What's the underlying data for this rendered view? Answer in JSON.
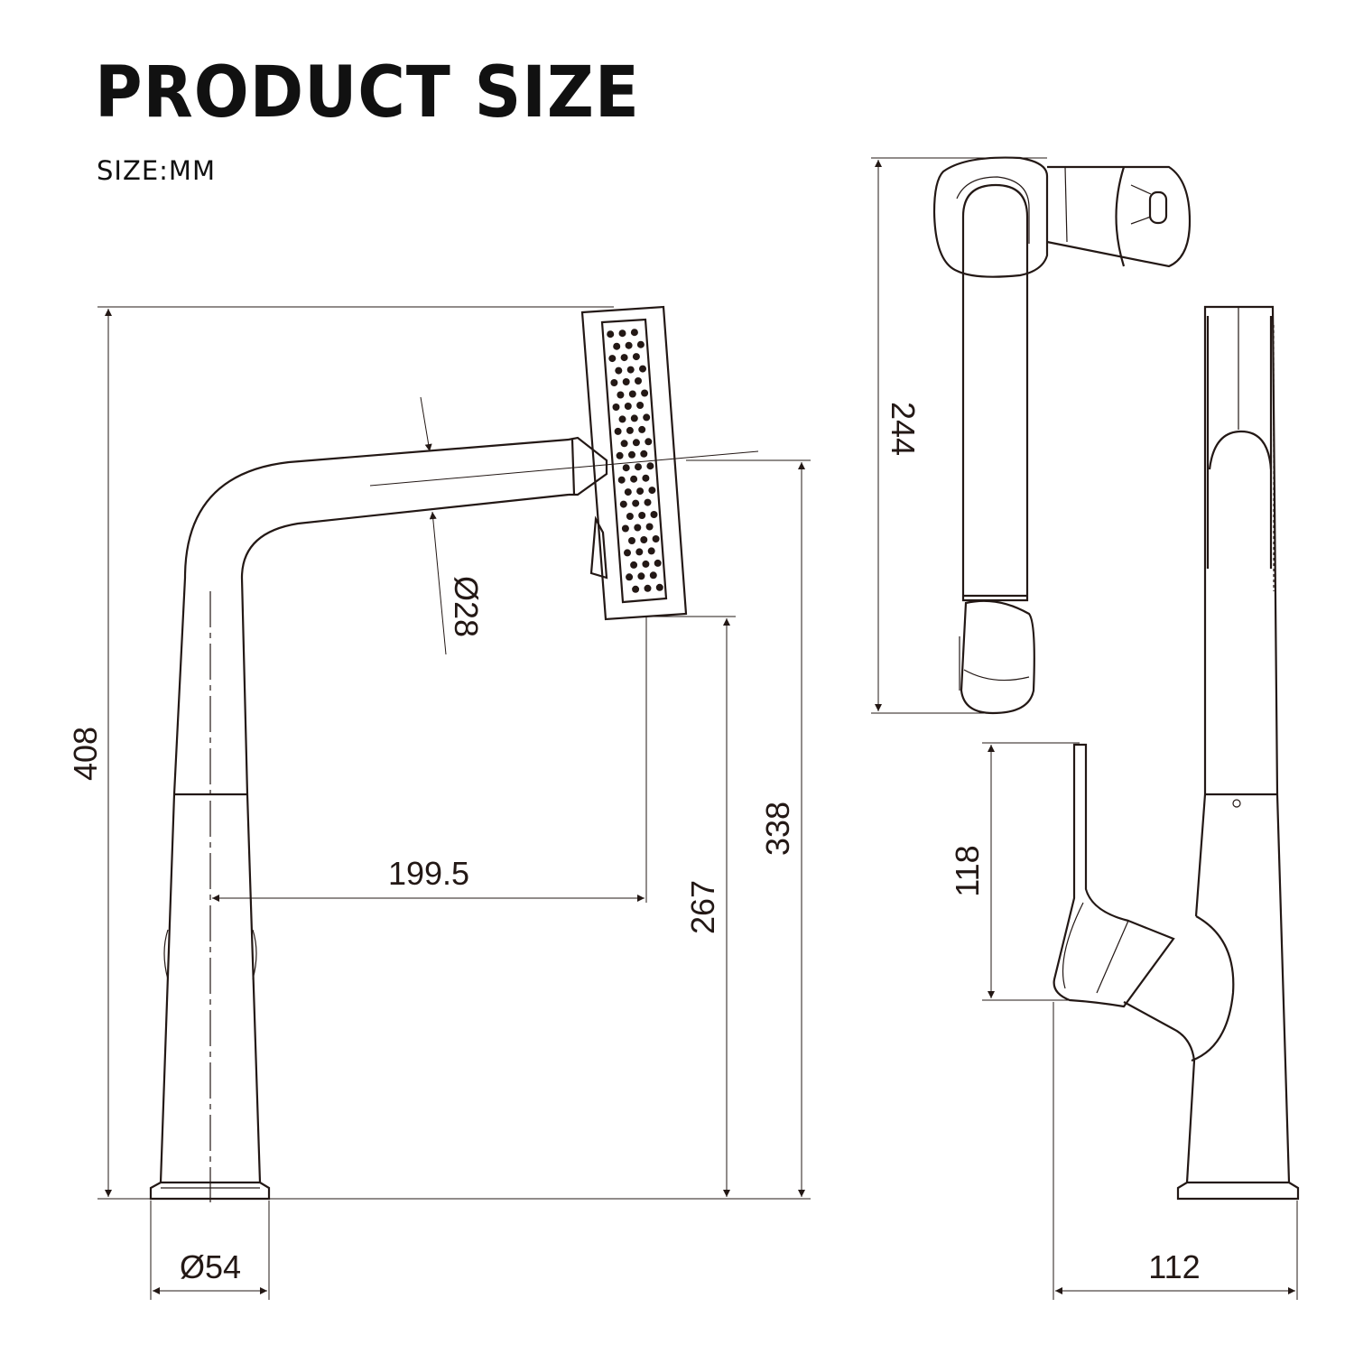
{
  "header": {
    "title": "PRODUCT SIZE",
    "unit": "SIZE:MM"
  },
  "dimensions": {
    "total_height": "408",
    "spout_height": "338",
    "outlet_height": "267",
    "reach": "199.5",
    "base_diameter": "Ø54",
    "spout_diameter": "Ø28",
    "top_length": "244",
    "handle_height": "118",
    "side_width": "112"
  },
  "colors": {
    "line": "#231815",
    "background": "#ffffff"
  }
}
